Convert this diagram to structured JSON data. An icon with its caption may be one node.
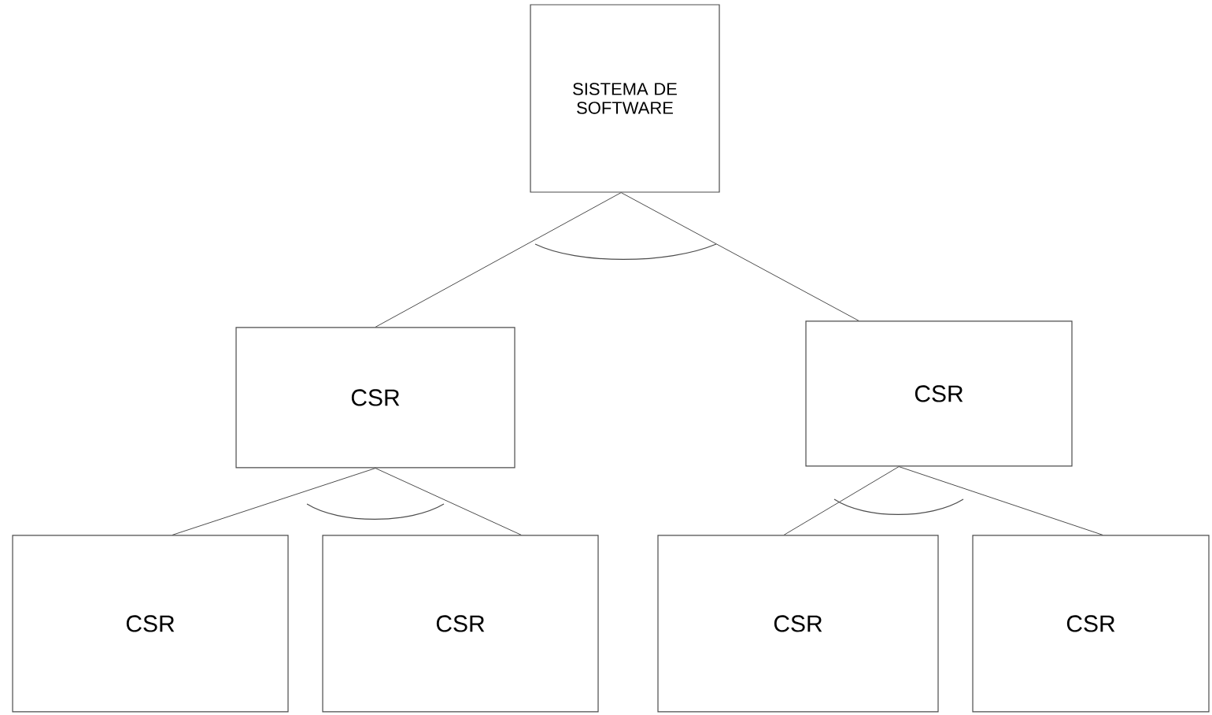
{
  "diagram": {
    "nodes": [
      {
        "text": [
          "SISTEMA DE SOFTWARE"
        ]
      },
      {
        "text": [
          "CSR"
        ]
      },
      {
        "text": [
          "CSR"
        ]
      },
      {
        "text": [
          "CSR"
        ]
      },
      {
        "text": [
          "CSR"
        ]
      },
      {
        "text": [
          "CSR"
        ]
      },
      {
        "text": [
          "CSR"
        ]
      }
    ],
    "edges": [
      {
        "from": 0,
        "to": 1,
        "arrow": "none"
      },
      {
        "from": 0,
        "to": 2,
        "arrow": "none"
      },
      {
        "from": 1,
        "to": 3,
        "arrow": "none"
      },
      {
        "from": 1,
        "to": 4,
        "arrow": "none"
      },
      {
        "from": 2,
        "to": 5,
        "arrow": "none"
      },
      {
        "from": 2,
        "to": 6,
        "arrow": "none"
      }
    ]
  }
}
